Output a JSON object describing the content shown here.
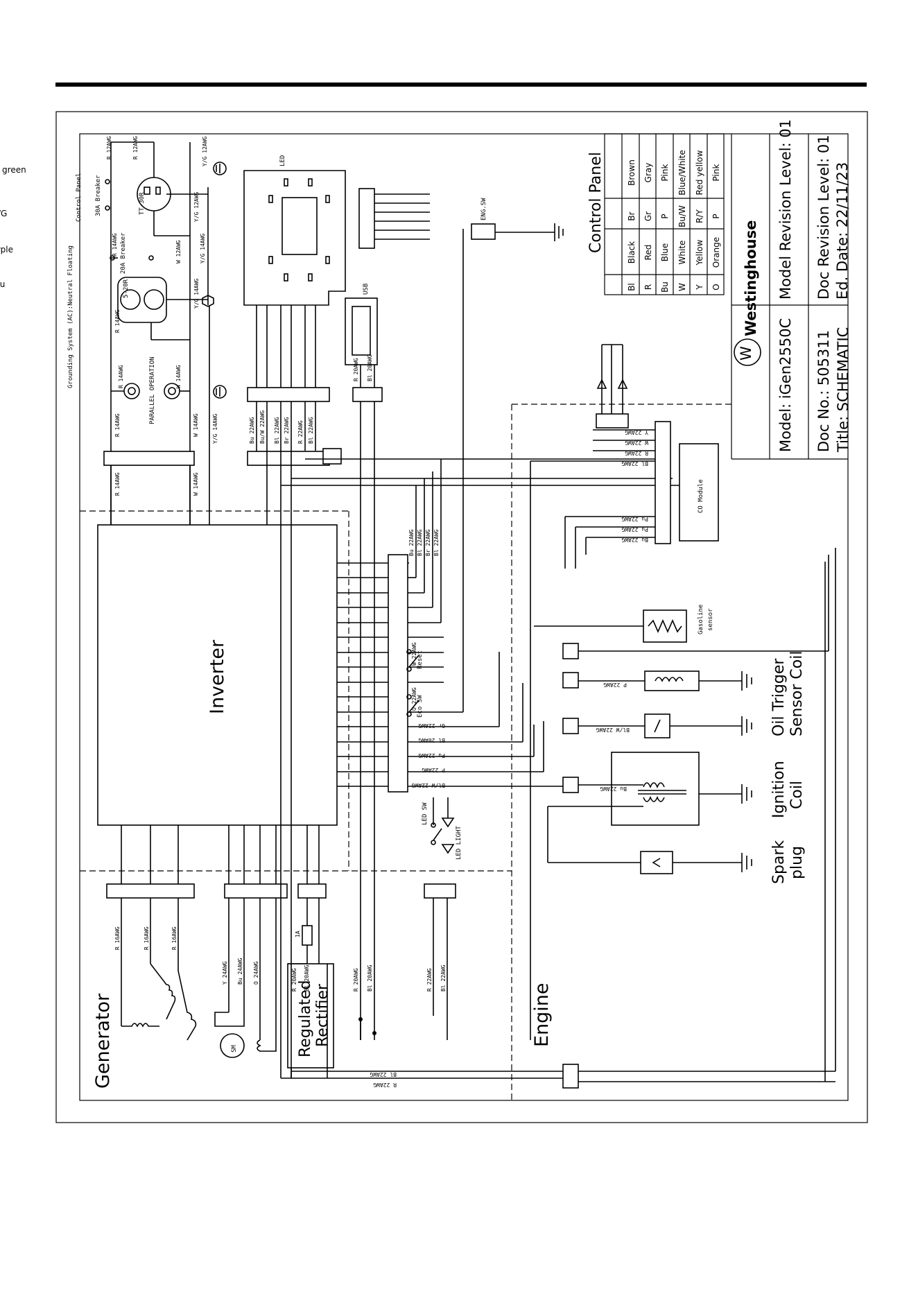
{
  "top_note": "Grounding System (AC):Neutral Floating",
  "top_note2": "Control Panel",
  "panel": {
    "breaker30": "30A Breaker",
    "tt30r": "TT-30R",
    "breaker20": "20A Breaker",
    "outlet": "5-20R",
    "parallel": "PARALLEL OPERATION",
    "led": "LED",
    "usb": "USB",
    "eng_sw": "ENG.SW"
  },
  "wires": {
    "r12": "R 12AWG",
    "yg12": "Y/G 12AWG",
    "w12": "W 12AWG",
    "yg14": "Y/G 14AWG",
    "r14": "R 14AWG",
    "w14": "W 14AWG",
    "bu22": "Bu 22AWG",
    "buw22": "Bu/W 22AWG",
    "bl22": "Bl 22AWG",
    "br22": "Br 22AWG",
    "r22": "R 22AWG",
    "r20": "R 20AWG",
    "bl20": "Bl 20AWG",
    "y22": "Y 22AWG",
    "w22": "W 22AWG",
    "pu22": "Pu 22AWG",
    "o22": "O 22AWG",
    "gr22": "Gr 22AWG",
    "p22": "P 22AWG",
    "blw22": "Bl/W 22AWG",
    "r16": "R 16AWG",
    "y24": "Y 24AWG",
    "bu24": "Bu 24AWG",
    "o24": "O 24AWG",
    "fuse": "1A"
  },
  "components": {
    "inverter": "Inverter",
    "generator": "Generator",
    "engine": "Engine",
    "sm": "SM",
    "rectifier": [
      "Regulated",
      "Rectifier"
    ],
    "co_module": "CO Module",
    "gasoline": [
      "Gasoline",
      "sensor"
    ],
    "oil": [
      "Oil Trigger",
      "Sensor Coil"
    ],
    "ignition": [
      "Ignition",
      "Coil"
    ],
    "spark": [
      "Spark",
      "plug"
    ],
    "reset": "Reset",
    "eco": "Eco SW",
    "led_sw": "LED SW",
    "led_light": "LED LIGHT"
  },
  "legend": {
    "title": "Control Panel",
    "rows": [
      [
        "Bl",
        "Black",
        "Br",
        "Brown"
      ],
      [
        "R",
        "Red",
        "Gr",
        "Gray"
      ],
      [
        "Bu",
        "Blue",
        "P",
        "Pink"
      ],
      [
        "W",
        "White",
        "Bu/W",
        "Blue/White"
      ],
      [
        "Y",
        "Yellow",
        "R/Y",
        "Red yellow"
      ],
      [
        "O",
        "Orange",
        "P",
        "Pink"
      ],
      [
        "Pu",
        "Purple",
        "Y/G",
        "Yellow green"
      ]
    ]
  },
  "title_block": {
    "brand": "Westinghouse",
    "model": "Model: iGen2550C",
    "doc_no": "Doc No.: 505311",
    "title": "Title: SCHEMATIC",
    "model_rev": "Model Revision Level: 01",
    "doc_rev": "Doc Revision Level: 01",
    "date": "Ed. Date: 22/11/23"
  }
}
